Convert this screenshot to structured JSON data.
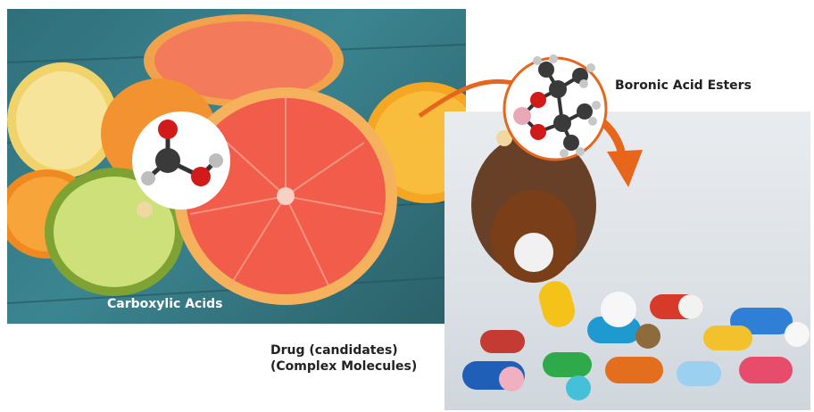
{
  "labels": {
    "carboxylic": "Carboxylic Acids",
    "boronic": "Boronic Acid Esters",
    "drug_line1": "Drug (candidates)",
    "drug_line2": "(Complex Molecules)"
  },
  "colors": {
    "arrow": "#e8661c",
    "connector_dot": "#f0d9a0",
    "teal_wood": "#3b8591",
    "grapefruit": "#f25c4a",
    "pill_background": "#e2e6ea"
  }
}
